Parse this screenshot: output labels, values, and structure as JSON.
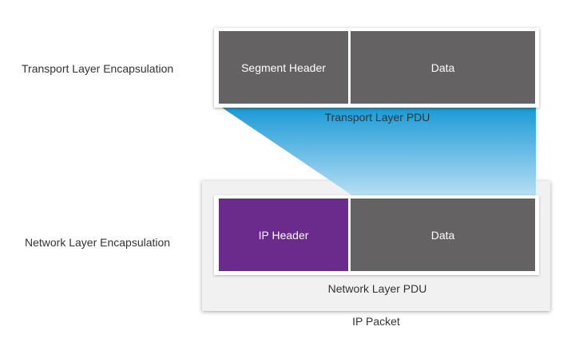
{
  "labels": {
    "transport_encapsulation": "Transport Layer Encapsulation",
    "network_encapsulation": "Network Layer Encapsulation"
  },
  "transport": {
    "segment_header": "Segment Header",
    "data": "Data",
    "pdu": "Transport Layer PDU"
  },
  "network": {
    "ip_header": "IP Header",
    "data": "Data",
    "pdu": "Network Layer PDU"
  },
  "packet_label": "IP Packet",
  "colors": {
    "header_gray": "#646262",
    "ip_header_purple": "#6a2b8c",
    "funnel_dark_blue": "#1a9ad6",
    "funnel_light_blue": "#b6def4"
  }
}
